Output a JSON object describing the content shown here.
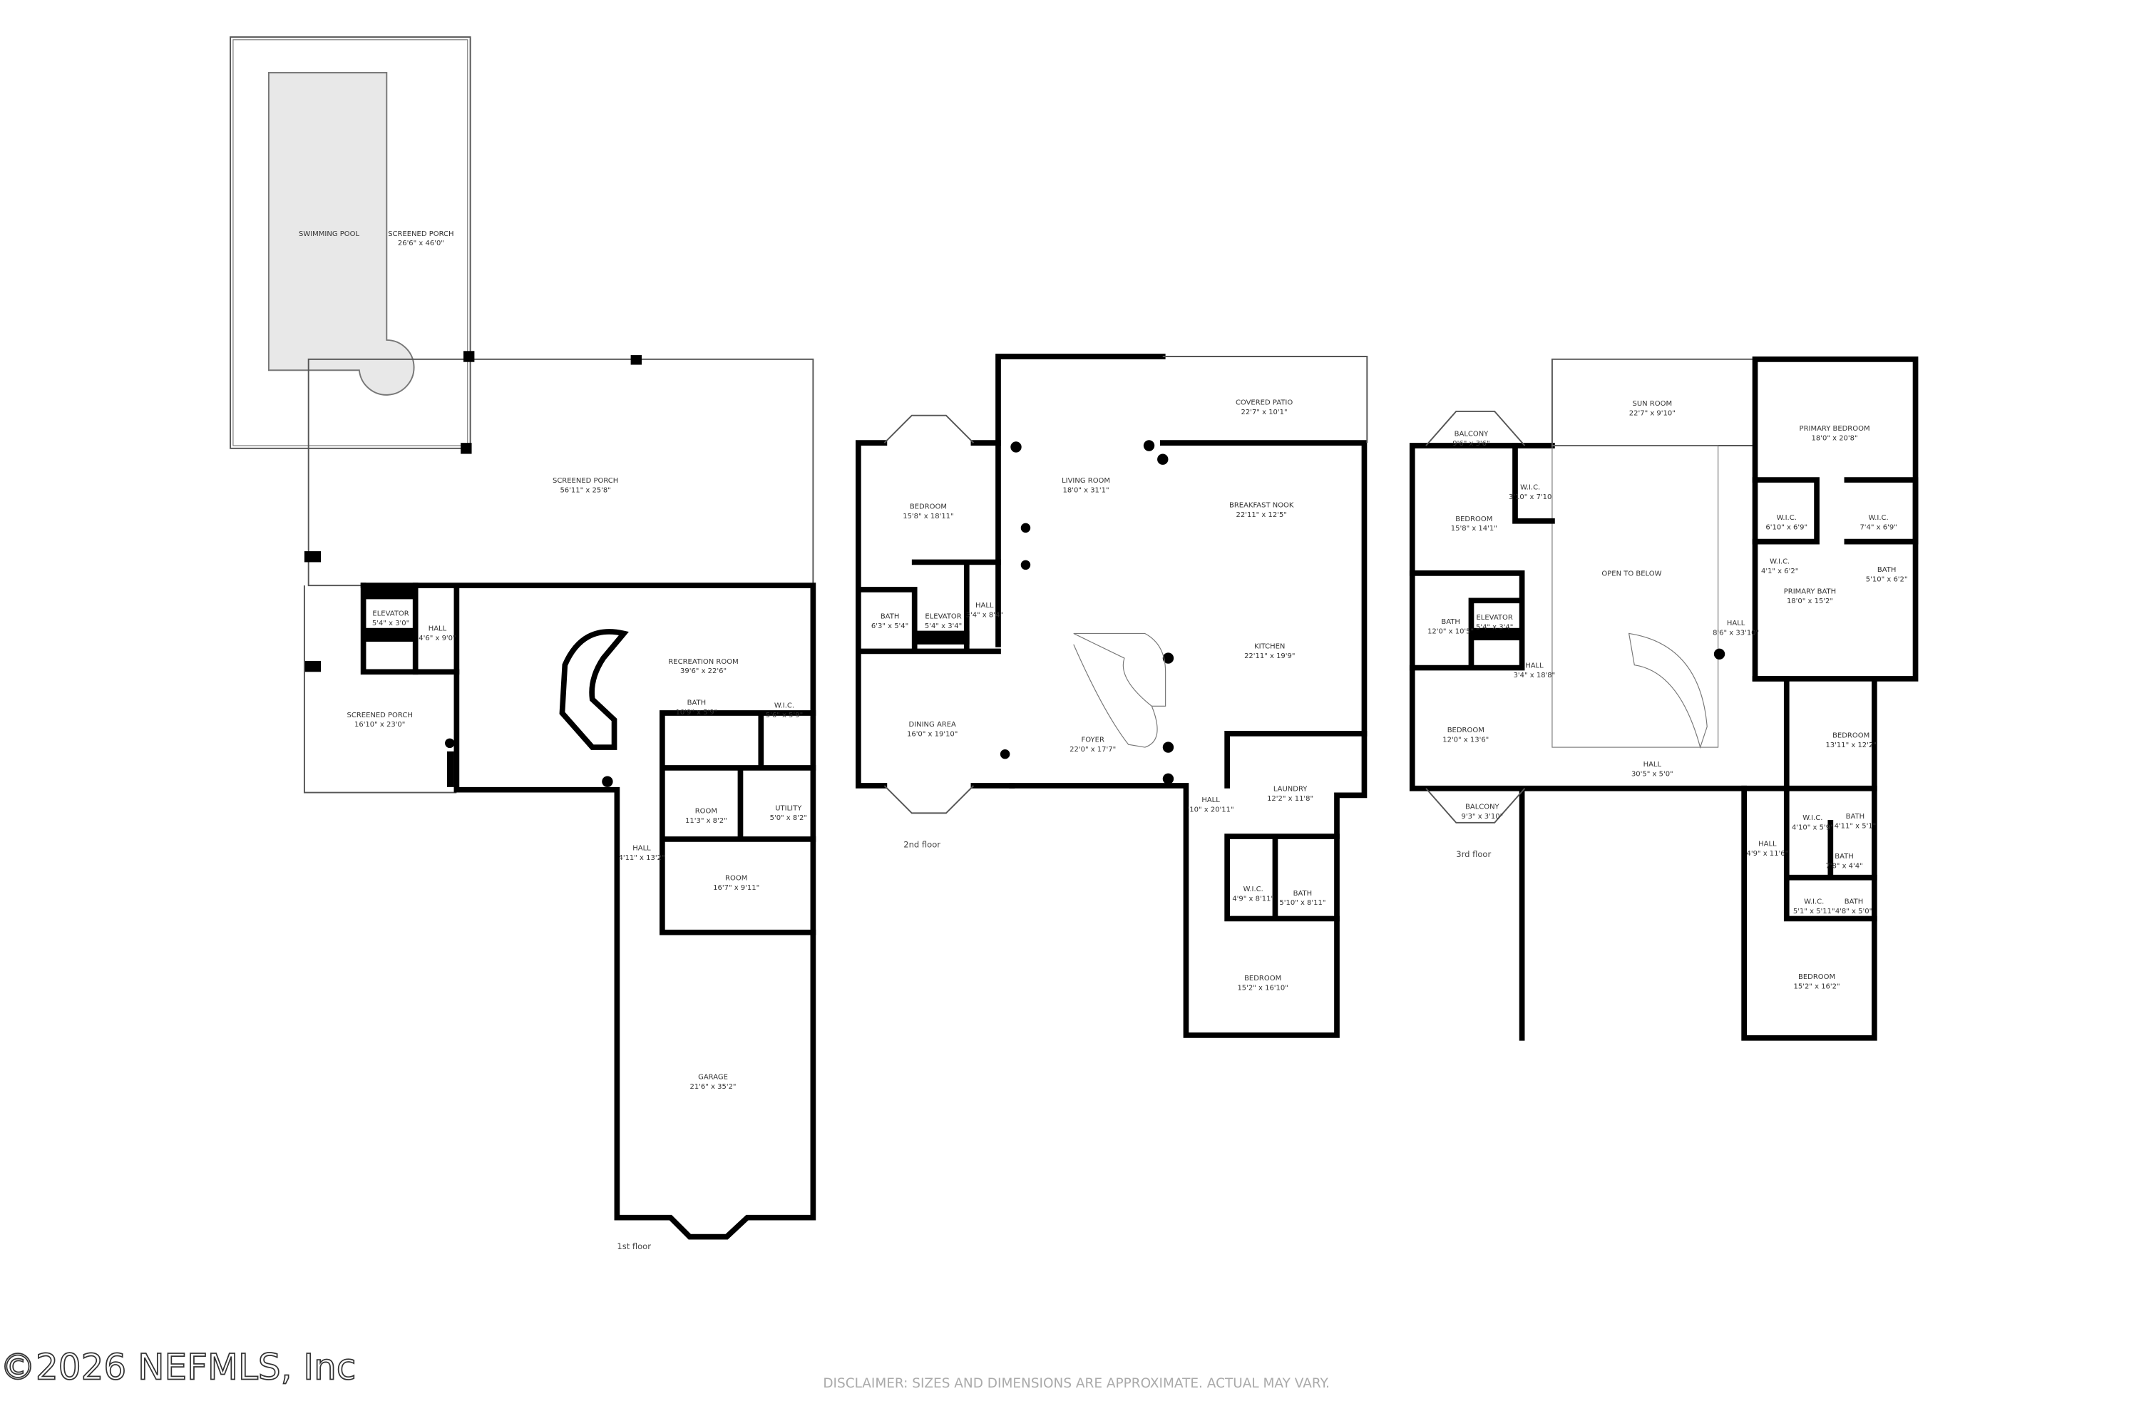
{
  "floors": [
    {
      "label": "1st floor",
      "rooms": [
        {
          "name": "SWIMMING POOL",
          "dims": ""
        },
        {
          "name": "SCREENED PORCH",
          "dims": "26'6\" x 46'0\""
        },
        {
          "name": "SCREENED PORCH",
          "dims": "56'11\" x 25'8\""
        },
        {
          "name": "ELEVATOR",
          "dims": "5'4\" x 3'0\""
        },
        {
          "name": "HALL",
          "dims": "4'6\" x 9'0\""
        },
        {
          "name": "RECREATION ROOM",
          "dims": "39'6\" x 22'6\""
        },
        {
          "name": "SCREENED PORCH",
          "dims": "16'10\" x 23'0\""
        },
        {
          "name": "BATH",
          "dims": "10'9\" x 5'9\""
        },
        {
          "name": "W.I.C.",
          "dims": "5'6\" x 5'9\""
        },
        {
          "name": "ROOM",
          "dims": "11'3\" x 8'2\""
        },
        {
          "name": "UTILITY",
          "dims": "5'0\" x 8'2\""
        },
        {
          "name": "HALL",
          "dims": "4'11\" x 13'2\""
        },
        {
          "name": "ROOM",
          "dims": "16'7\" x 9'11\""
        },
        {
          "name": "GARAGE",
          "dims": "21'6\" x 35'2\""
        }
      ]
    },
    {
      "label": "2nd floor",
      "rooms": [
        {
          "name": "BEDROOM",
          "dims": "15'8\" x 18'11\""
        },
        {
          "name": "LIVING ROOM",
          "dims": "18'0\" x 31'1\""
        },
        {
          "name": "COVERED PATIO",
          "dims": "22'7\" x 10'1\""
        },
        {
          "name": "BREAKFAST NOOK",
          "dims": "22'11\" x 12'5\""
        },
        {
          "name": "BATH",
          "dims": "6'3\" x 5'4\""
        },
        {
          "name": "ELEVATOR",
          "dims": "5'4\" x 3'4\""
        },
        {
          "name": "HALL",
          "dims": "3'4\" x 8'4\""
        },
        {
          "name": "KITCHEN",
          "dims": "22'11\" x 19'9\""
        },
        {
          "name": "DINING AREA",
          "dims": "16'0\" x 19'10\""
        },
        {
          "name": "FOYER",
          "dims": "22'0\" x 17'7\""
        },
        {
          "name": "LAUNDRY",
          "dims": "12'2\" x 11'8\""
        },
        {
          "name": "HALL",
          "dims": "'10\" x 20'11\""
        },
        {
          "name": "W.I.C.",
          "dims": "4'9\" x 8'11\""
        },
        {
          "name": "BATH",
          "dims": "5'10\" x 8'11\""
        },
        {
          "name": "BEDROOM",
          "dims": "15'2\" x 16'10\""
        }
      ]
    },
    {
      "label": "3rd floor",
      "rooms": [
        {
          "name": "BALCONY",
          "dims": "9'6\" x 3'6\""
        },
        {
          "name": "SUN ROOM",
          "dims": "22'7\" x 9'10\""
        },
        {
          "name": "PRIMARY BEDROOM",
          "dims": "18'0\" x 20'8\""
        },
        {
          "name": "W.I.C.",
          "dims": "3'10\" x 7'10"
        },
        {
          "name": "BEDROOM",
          "dims": "15'8\" x 14'1\""
        },
        {
          "name": "W.I.C.",
          "dims": "6'10\" x 6'9\""
        },
        {
          "name": "W.I.C.",
          "dims": "7'4\" x 6'9\""
        },
        {
          "name": "OPEN TO BELOW",
          "dims": ""
        },
        {
          "name": "W.I.C.",
          "dims": "4'1\" x 6'2\""
        },
        {
          "name": "BATH",
          "dims": "5'10\" x 6'2\""
        },
        {
          "name": "PRIMARY BATH",
          "dims": "18'0\" x 15'2\""
        },
        {
          "name": "BATH",
          "dims": "12'0\" x 10'5\""
        },
        {
          "name": "ELEVATOR",
          "dims": "5'4\" x 3'4\""
        },
        {
          "name": "HALL",
          "dims": "8'6\" x 33'10\""
        },
        {
          "name": "HALL",
          "dims": "3'4\" x 18'8\""
        },
        {
          "name": "BEDROOM",
          "dims": "12'0\" x 13'6\""
        },
        {
          "name": "BEDROOM",
          "dims": "13'11\" x 12'2\""
        },
        {
          "name": "HALL",
          "dims": "30'5\" x 5'0\""
        },
        {
          "name": "BALCONY",
          "dims": "9'3\" x 3'10\""
        },
        {
          "name": "W.I.C.",
          "dims": "4'10\" x 5'9\""
        },
        {
          "name": "BATH",
          "dims": "4'11\" x 5'1\""
        },
        {
          "name": "HALL",
          "dims": "4'9\" x 11'6\""
        },
        {
          "name": "BATH",
          "dims": "7'8\" x 4'4\""
        },
        {
          "name": "W.I.C.",
          "dims": "5'1\" x 5'11\""
        },
        {
          "name": "BATH",
          "dims": "4'8\" x 5'0\""
        },
        {
          "name": "BEDROOM",
          "dims": "15'2\" x 16'2\""
        }
      ]
    }
  ],
  "watermark": "©2026 NEFMLS, Inc",
  "disclaimer": "DISCLAIMER: SIZES AND DIMENSIONS ARE APPROXIMATE. ACTUAL MAY VARY.",
  "colors": {
    "walls": "#000000",
    "pool": "#e8e8e8",
    "text": "#333333"
  }
}
